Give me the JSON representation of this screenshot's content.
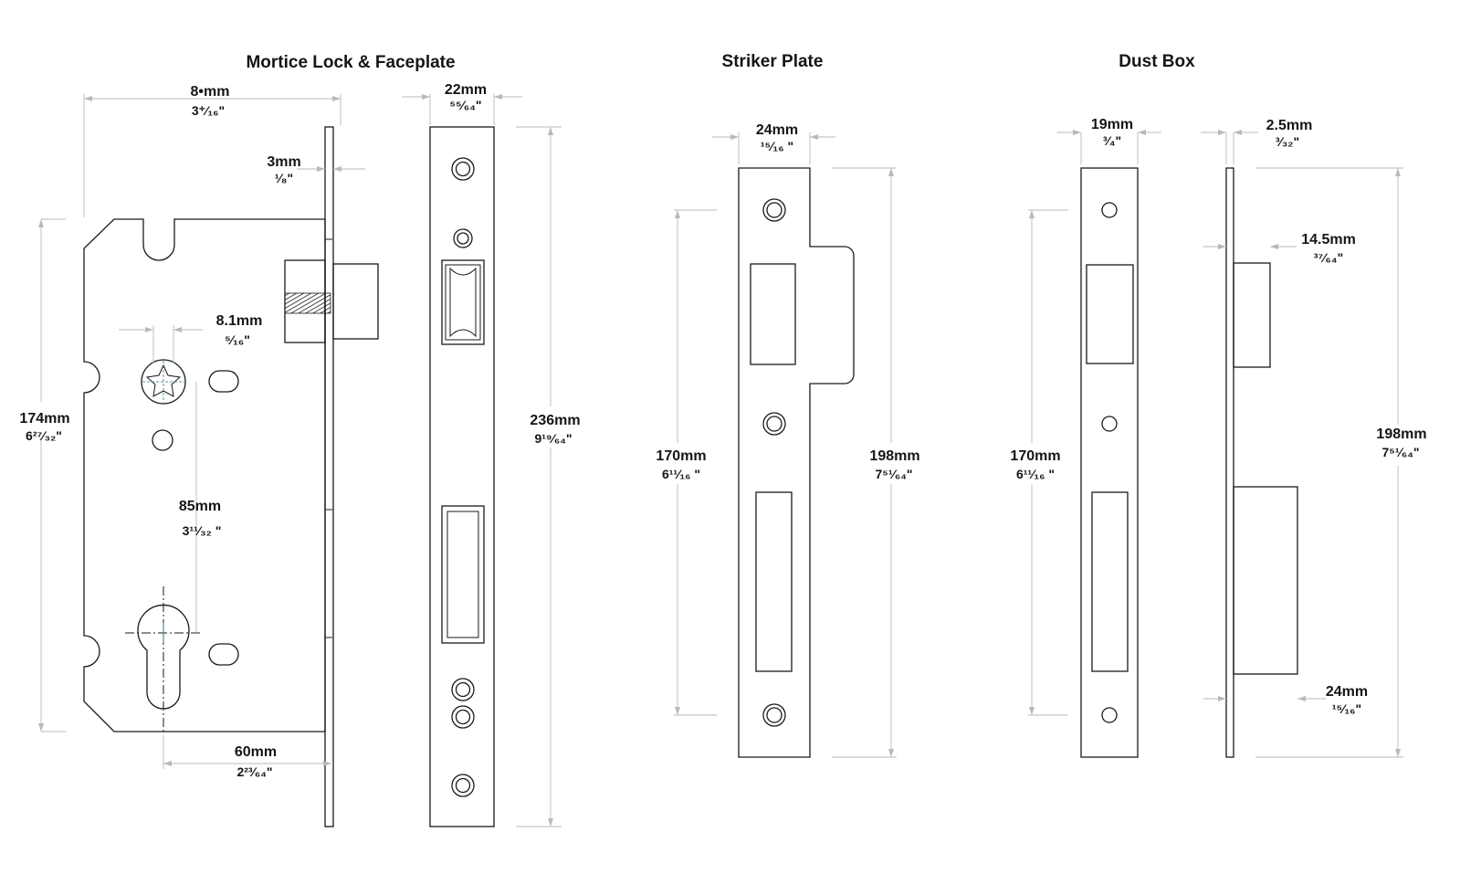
{
  "titles": {
    "mortice": "Mortice Lock & Faceplate",
    "striker": "Striker Plate",
    "dustbox": "Dust Box"
  },
  "mortice": {
    "backset": {
      "mm": "8•mm",
      "inch": "3⁺⁄₁₆\""
    },
    "faceplate_thickness": {
      "mm": "3mm",
      "inch": "¹⁄₈\""
    },
    "spindle": {
      "mm": "8.1mm",
      "inch": "⁵⁄₁₆\""
    },
    "case_height": {
      "mm": "174mm",
      "inch": "6²⁷⁄₃₂\""
    },
    "centres": {
      "mm": "85mm",
      "inch": "3¹¹⁄₃₂ \""
    },
    "cylinder_backset": {
      "mm": "60mm",
      "inch": "2²³⁄₆₄\""
    },
    "faceplate_width": {
      "mm": "22mm",
      "inch": "⁵⁵⁄₆₄\""
    },
    "faceplate_height": {
      "mm": "236mm",
      "inch": "9¹⁹⁄₆₄\""
    }
  },
  "striker": {
    "width": {
      "mm": "24mm",
      "inch": "¹⁵⁄₁₆ \""
    },
    "hole_centres": {
      "mm": "170mm",
      "inch": "6¹¹⁄₁₆ \""
    },
    "height": {
      "mm": "198mm",
      "inch": "7⁵¹⁄₆₄\""
    }
  },
  "dustbox": {
    "width": {
      "mm": "19mm",
      "inch": "³⁄₄\""
    },
    "thickness": {
      "mm": "2.5mm",
      "inch": "³⁄₃₂\""
    },
    "hole_centres": {
      "mm": "170mm",
      "inch": "6¹¹⁄₁₆ \""
    },
    "box_depth_upper": {
      "mm": "14.5mm",
      "inch": "³⁷⁄₆₄\""
    },
    "height": {
      "mm": "198mm",
      "inch": "7⁵¹⁄₆₄\""
    },
    "box_depth_lower": {
      "mm": "24mm",
      "inch": "¹⁵⁄₁₆\""
    }
  }
}
